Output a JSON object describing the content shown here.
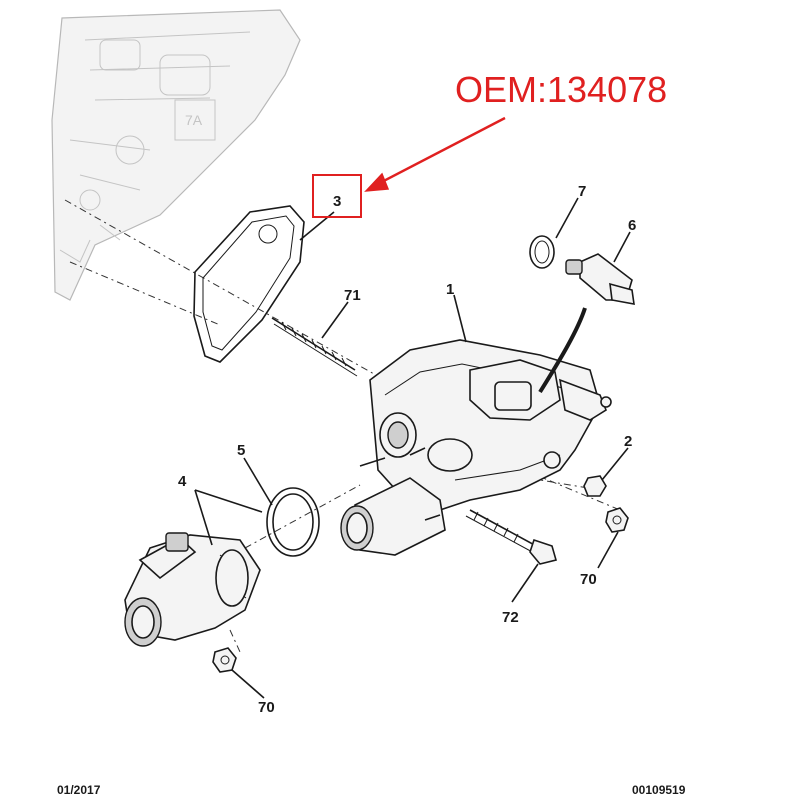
{
  "oem_label": "OEM:134078",
  "highlight_color": "#e02020",
  "callouts": {
    "c1": "1",
    "c2": "2",
    "c3": "3",
    "c4": "4",
    "c5": "5",
    "c6": "6",
    "c7": "7",
    "c70a": "70",
    "c70b": "70",
    "c71": "71",
    "c72": "72"
  },
  "footer": {
    "date": "01/2017",
    "ref": "00109519"
  }
}
